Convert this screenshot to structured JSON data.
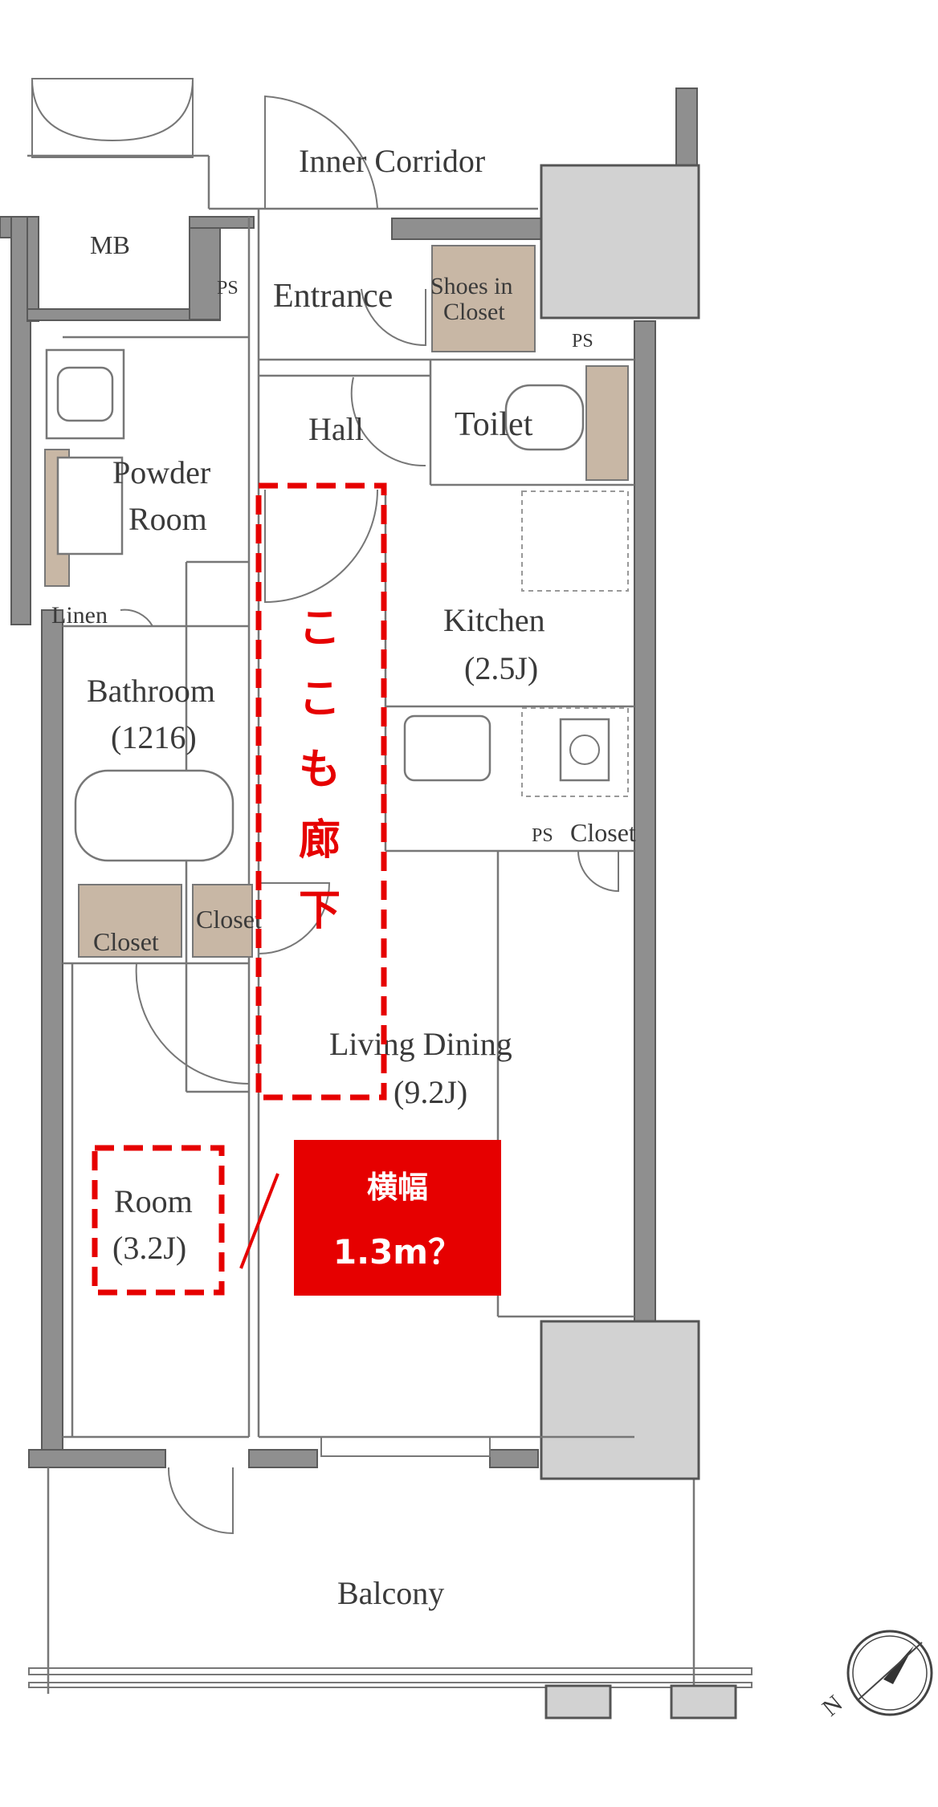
{
  "rooms": {
    "inner_corridor": "Inner Corridor",
    "mb": "MB",
    "ps": "PS",
    "entrance": "Entrance",
    "shoes_line1": "Shoes in",
    "shoes_line2": "Closet",
    "hall": "Hall",
    "toilet": "Toilet",
    "powder_line1": "Powder",
    "powder_line2": "Room",
    "linen": "Linen",
    "kitchen": "Kitchen",
    "kitchen_size": "(2.5J)",
    "bathroom": "Bathroom",
    "bathroom_size": "(1216)",
    "closet": "Closet",
    "living_dining": "Living Dining",
    "living_dining_size": "(9.2J)",
    "room": "Room",
    "room_size": "(3.2J)",
    "balcony": "Balcony"
  },
  "annotation": {
    "vertical_chars": [
      "こ",
      "こ",
      "も",
      "廊",
      "下"
    ],
    "box_line1": "横幅",
    "box_line2": "1.3m？",
    "accent_color": "#e60000"
  },
  "compass": {
    "label": "N"
  }
}
